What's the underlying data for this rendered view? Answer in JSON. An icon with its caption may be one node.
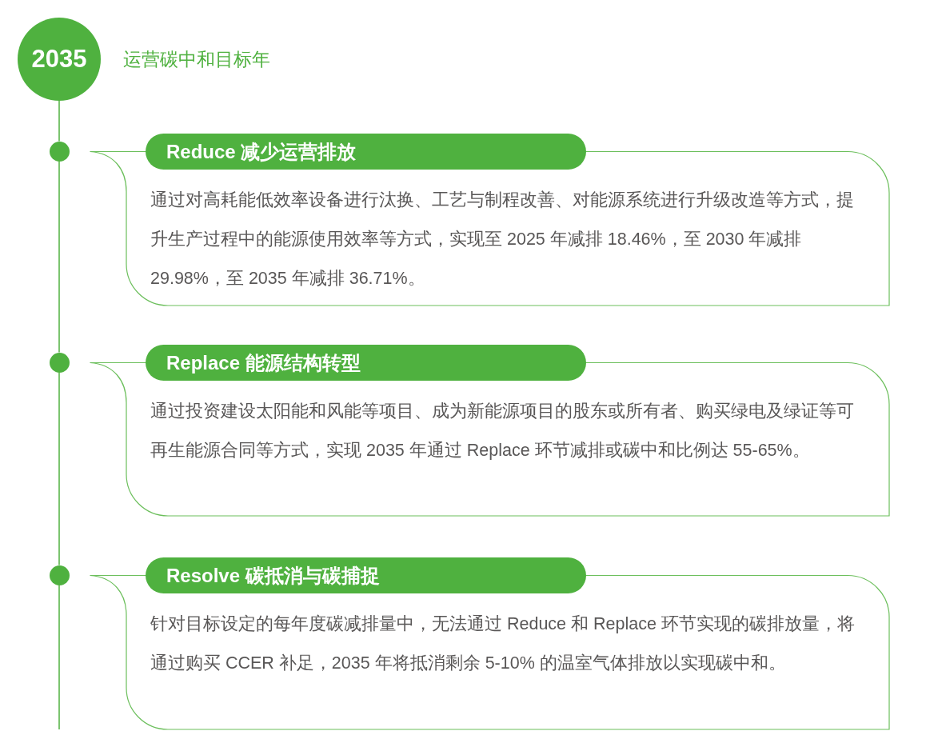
{
  "diagram": {
    "nodes": [
      {
        "text": [
          "2035"
        ],
        "beside": [
          "运营碳中和目标年"
        ]
      },
      {
        "text": [],
        "shape": "circle"
      },
      {
        "text": [
          "Reduce 减少运营排放",
          "通过对高耗能低效率设备进行汰换、工艺与制程改善、对能源系统进行升级改造等方式，提升生产过程中的能源使用效率等方式，实现至 2025 年减排 18.46%，至 2030 年减排 29.98%，至 2035 年减排 36.71%。"
        ]
      },
      {
        "text": [],
        "shape": "circle"
      },
      {
        "text": [
          "Replace 能源结构转型",
          "通过投资建设太阳能和风能等项目、成为新能源项目的股东或所有者、购买绿电及绿证等可再生能源合同等方式，实现 2035 年通过 Replace 环节减排或碳中和比例达 55-65%。"
        ]
      },
      {
        "text": [],
        "shape": "circle"
      },
      {
        "text": [
          "Resolve 碳抵消与碳捕捉",
          "针对目标设定的每年度碳减排量中，无法通过 Reduce 和 Replace 环节实现的碳排放量，将通过购买 CCER 补足，2035 年将抵消剩余 5-10% 的温室气体排放以实现碳中和。"
        ]
      }
    ],
    "edges": [
      {
        "from": 0,
        "to": 1,
        "arrow": "none"
      },
      {
        "from": 1,
        "to": 3,
        "arrow": "none"
      },
      {
        "from": 3,
        "to": 5,
        "arrow": "none"
      },
      {
        "from": 5,
        "to": null,
        "arrow": "none"
      }
    ]
  }
}
